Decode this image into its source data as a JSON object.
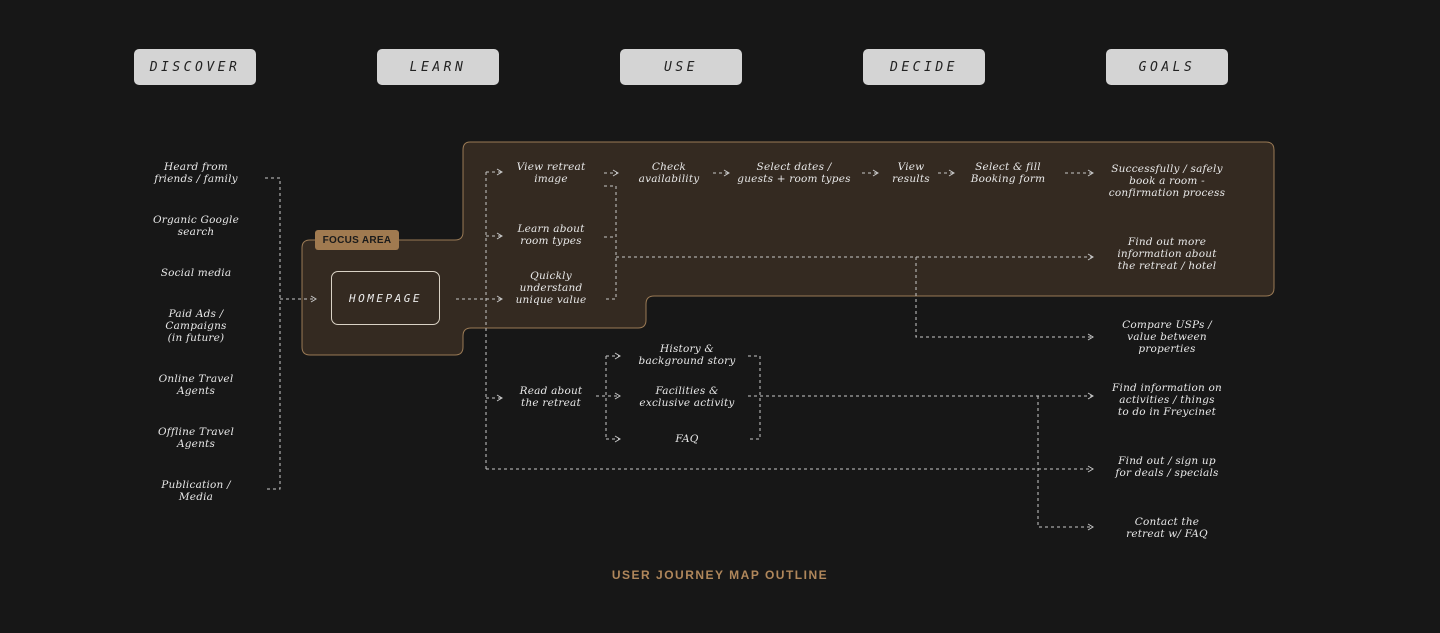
{
  "stages": [
    "DISCOVER",
    "LEARN",
    "USE",
    "DECIDE",
    "GOALS"
  ],
  "focus_area_label": "FOCUS AREA",
  "homepage_label": "HOMEPAGE",
  "sources": [
    "Heard from\nfriends / family",
    "Organic Google\nsearch",
    "Social media",
    "Paid Ads /\nCampaigns\n(in future)",
    "Online Travel\nAgents",
    "Offline Travel\nAgents",
    "Publication /\nMedia"
  ],
  "learn_items": {
    "view_image": "View retreat\nimage",
    "room_types": "Learn about\nroom types",
    "unique_value": "Quickly\nunderstand\nunique value",
    "read_about": "Read about\nthe retreat"
  },
  "about_items": {
    "history": "History &\nbackground story",
    "facilities": "Facilities &\nexclusive activity",
    "faq": "FAQ"
  },
  "booking_steps": {
    "check": "Check\navailability",
    "select": "Select dates /\nguests + room types",
    "view": "View\nresults",
    "fill": "Select & fill\nBooking form"
  },
  "goals": {
    "book": "Successfully / safely\nbook a room -\nconfirmation process",
    "info": "Find out more\ninformation about\nthe retreat / hotel",
    "compare": "Compare USPs /\nvalue between\nproperties",
    "activities": "Find information on\nactivities / things\nto do in Freycinet",
    "deals": "Find out / sign up\nfor deals / specials",
    "contact": "Contact the\nretreat w/ FAQ"
  },
  "footer_title": "USER JOURNEY MAP OUTLINE",
  "colors": {
    "background": "#171717",
    "focus_fill": "#342a21",
    "focus_border": "#9a7a55",
    "accent": "#b0875b",
    "stage_button": "#d4d4d4",
    "connector": "#c8c8c8"
  }
}
